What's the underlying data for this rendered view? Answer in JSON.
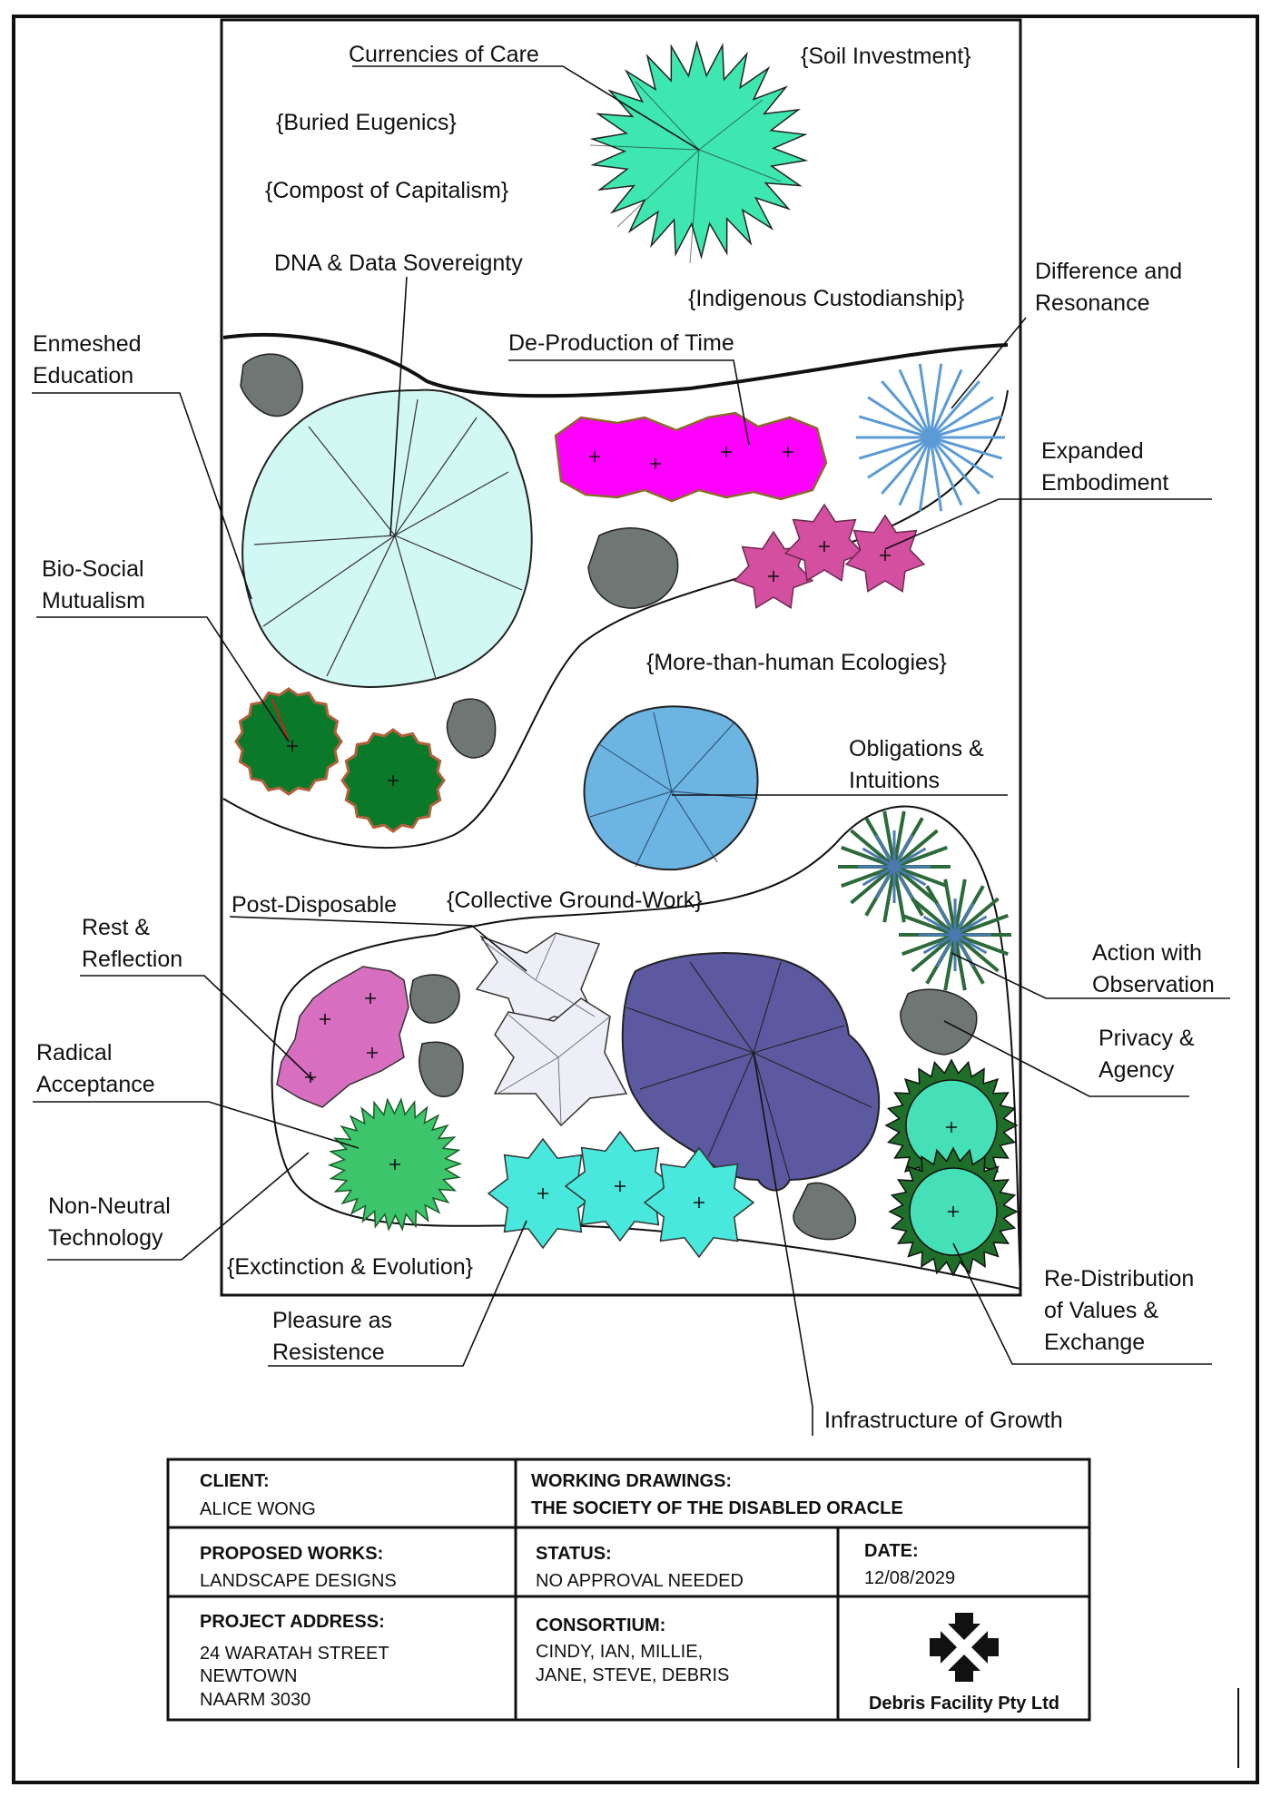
{
  "labels": {
    "currencies_of_care": "Currencies of Care",
    "soil_investment": "{Soil Investment}",
    "buried_eugenics": "{Buried Eugenics}",
    "compost_of_capitalism": "{Compost of Capitalism}",
    "dna_data_sovereignty": "DNA & Data Sovereignty",
    "indigenous_custodianship": "{Indigenous Custodianship}",
    "difference_and_resonance": [
      "Difference and",
      "Resonance"
    ],
    "enmeshed_education": [
      "Enmeshed",
      "Education"
    ],
    "de_production_of_time": "De-Production of Time",
    "expanded_embodiment": [
      "Expanded",
      "Embodiment"
    ],
    "bio_social_mutualism": [
      "Bio-Social",
      "Mutualism"
    ],
    "more_than_human_ecologies": "{More-than-human Ecologies}",
    "obligations_intuitions": [
      "Obligations &",
      "Intuitions"
    ],
    "post_disposable": "Post-Disposable",
    "collective_ground_work": "{Collective Ground-Work}",
    "rest_reflection": [
      "Rest &",
      "Reflection"
    ],
    "action_with_observation": [
      "Action with",
      "Observation"
    ],
    "privacy_agency": [
      "Privacy &",
      "Agency"
    ],
    "radical_acceptance": [
      "Radical",
      "Acceptance"
    ],
    "non_neutral_technology": [
      "Non-Neutral",
      "Technology"
    ],
    "extinction_evolution": "{Exctinction & Evolution}",
    "re_distribution": [
      "Re-Distribution",
      "of Values &",
      "Exchange"
    ],
    "pleasure_as_resistence": [
      "Pleasure as",
      "Resistence"
    ],
    "infrastructure_of_growth": "Infrastructure of Growth"
  },
  "title_block": {
    "client_label": "CLIENT:",
    "client_value": "ALICE WONG",
    "drawings_label": "WORKING DRAWINGS:",
    "drawings_value": "THE SOCIETY OF THE DISABLED ORACLE",
    "works_label": "PROPOSED WORKS:",
    "works_value": "LANDSCAPE DESIGNS",
    "status_label": "STATUS:",
    "status_value": "NO APPROVAL NEEDED",
    "date_label": "DATE:",
    "date_value": "12/08/2029",
    "address_label": "PROJECT ADDRESS:",
    "address_lines": [
      "24 WARATAH STREET",
      "NEWTOWN",
      "NAARM 3030"
    ],
    "consortium_label": "CONSORTIUM:",
    "consortium_lines": [
      "CINDY, IAN, MILLIE,",
      "JANE, STEVE, DEBRIS"
    ],
    "company": "Debris Facility Pty Ltd"
  },
  "colors": {
    "mint_star": "#3ee6b0",
    "pale_cyan_leaf": "#d2f8f4",
    "magenta_bed": "#ff00ff",
    "pink_star": "#d44fa0",
    "blue_burst": "#5b9bd5",
    "sky_leaf": "#6cb4e2",
    "green_flower": "#0a7a2a",
    "violet_leaf": "#5c59a0",
    "orchid_bed": "#d86ec0",
    "turquoise_star": "#48e8dc",
    "lime_shrub": "#3cc56a",
    "rock": "#6f7673"
  }
}
